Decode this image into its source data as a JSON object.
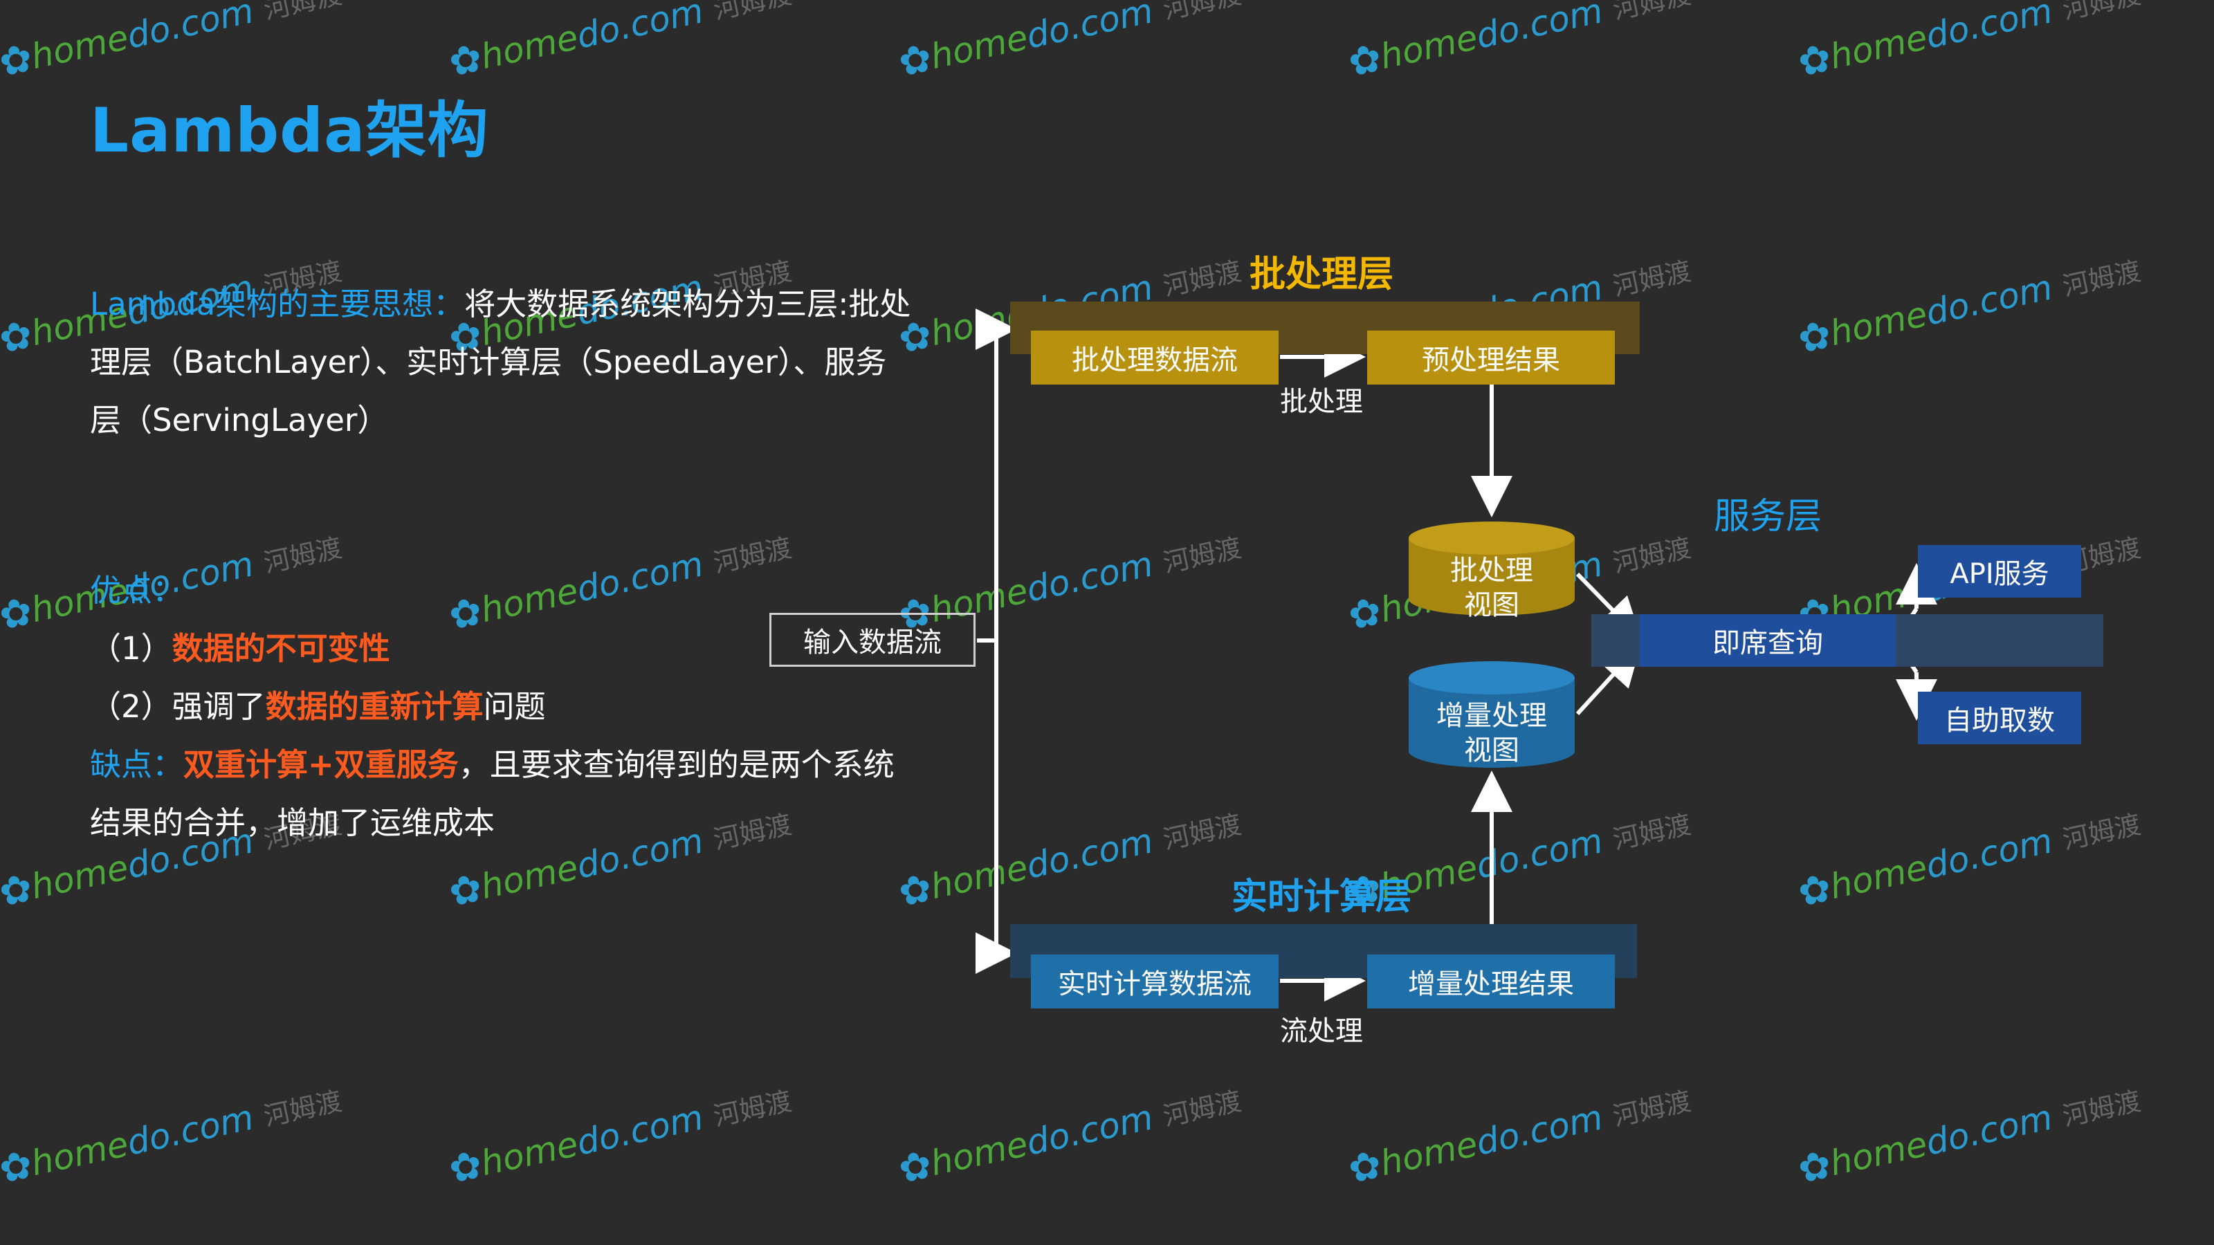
{
  "title": "Lambda架构",
  "intro": {
    "label": "Lambda架构的主要思想：",
    "text_line1": "将大数据系统架构分为三层:批处",
    "text_line2": "理层（BatchLayer）、实时计算层（SpeedLayer）、服务",
    "text_line3": "层（ServingLayer）"
  },
  "pros": {
    "label": "优点：",
    "item1_prefix": "（1）",
    "item1_highlight": "数据的不可变性",
    "item2_prefix": "（2）强调了",
    "item2_highlight": "数据的重新计算",
    "item2_suffix": "问题"
  },
  "cons": {
    "label": "缺点：",
    "highlight": "双重计算+双重服务",
    "text_line1": "，且要求查询得到的是两个系统",
    "text_line2": "结果的合并，增加了运维成本"
  },
  "diagram": {
    "batch_layer_title": "批处理层",
    "batch_stream": "批处理数据流",
    "batch_result": "预处理结果",
    "batch_process": "批处理",
    "batch_view_line1": "批处理",
    "batch_view_line2": "视图",
    "incr_view_line1": "增量处理",
    "incr_view_line2": "视图",
    "input_stream": "输入数据流",
    "serving_layer_title": "服务层",
    "instant_query": "即席查询",
    "api_service": "API服务",
    "self_fetch": "自助取数",
    "speed_layer_title": "实时计算层",
    "speed_stream": "实时计算数据流",
    "speed_result": "增量处理结果",
    "stream_process": "流处理"
  },
  "watermark": {
    "brand_green": "home",
    "brand_blue": "do",
    "brand_domain": ".com",
    "brand_cn": "河姆渡"
  },
  "colors": {
    "background": "#2b2b2b",
    "accent_blue": "#1fa2f0",
    "highlight_orange": "#ff5a1f",
    "batch_gold": "#b8920f",
    "speed_blue": "#1f6fa8",
    "serving_navy": "#1e4e9c"
  }
}
